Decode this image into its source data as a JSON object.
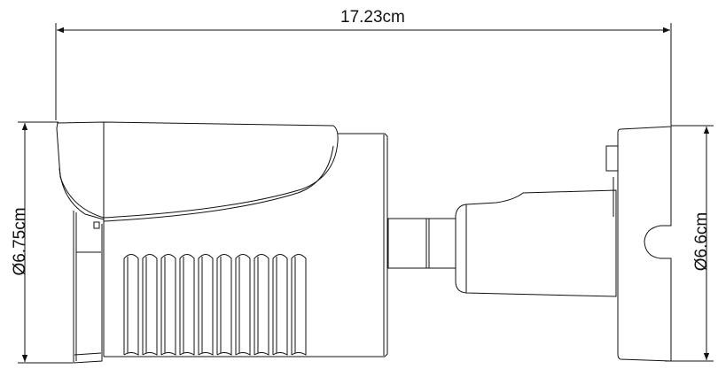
{
  "title": "Bullet camera dimensions",
  "dimensions": {
    "length": "17.23cm",
    "front_diameter": "Ø6.75cm",
    "mount_diameter": "Ø6.6cm"
  },
  "colors": {
    "line": "#111111",
    "background": "#ffffff"
  }
}
